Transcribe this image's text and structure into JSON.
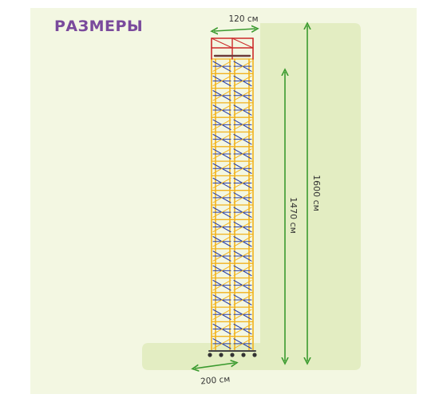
{
  "title": "РАЗМЕРЫ",
  "dimensions": {
    "top_width": "120 см",
    "bottom_width": "200 см",
    "total_height": "1600 см",
    "platform_height": "1470 см"
  },
  "colors": {
    "title": "#7a4a9c",
    "background_outer": "#f3f7e2",
    "background_inner": "#e3edc2",
    "arrow": "#3a9a2e",
    "frame_yellow": "#f2b21c",
    "frame_red": "#cc2a2a",
    "brace_blue": "#2b3fa8",
    "text": "#333333"
  }
}
